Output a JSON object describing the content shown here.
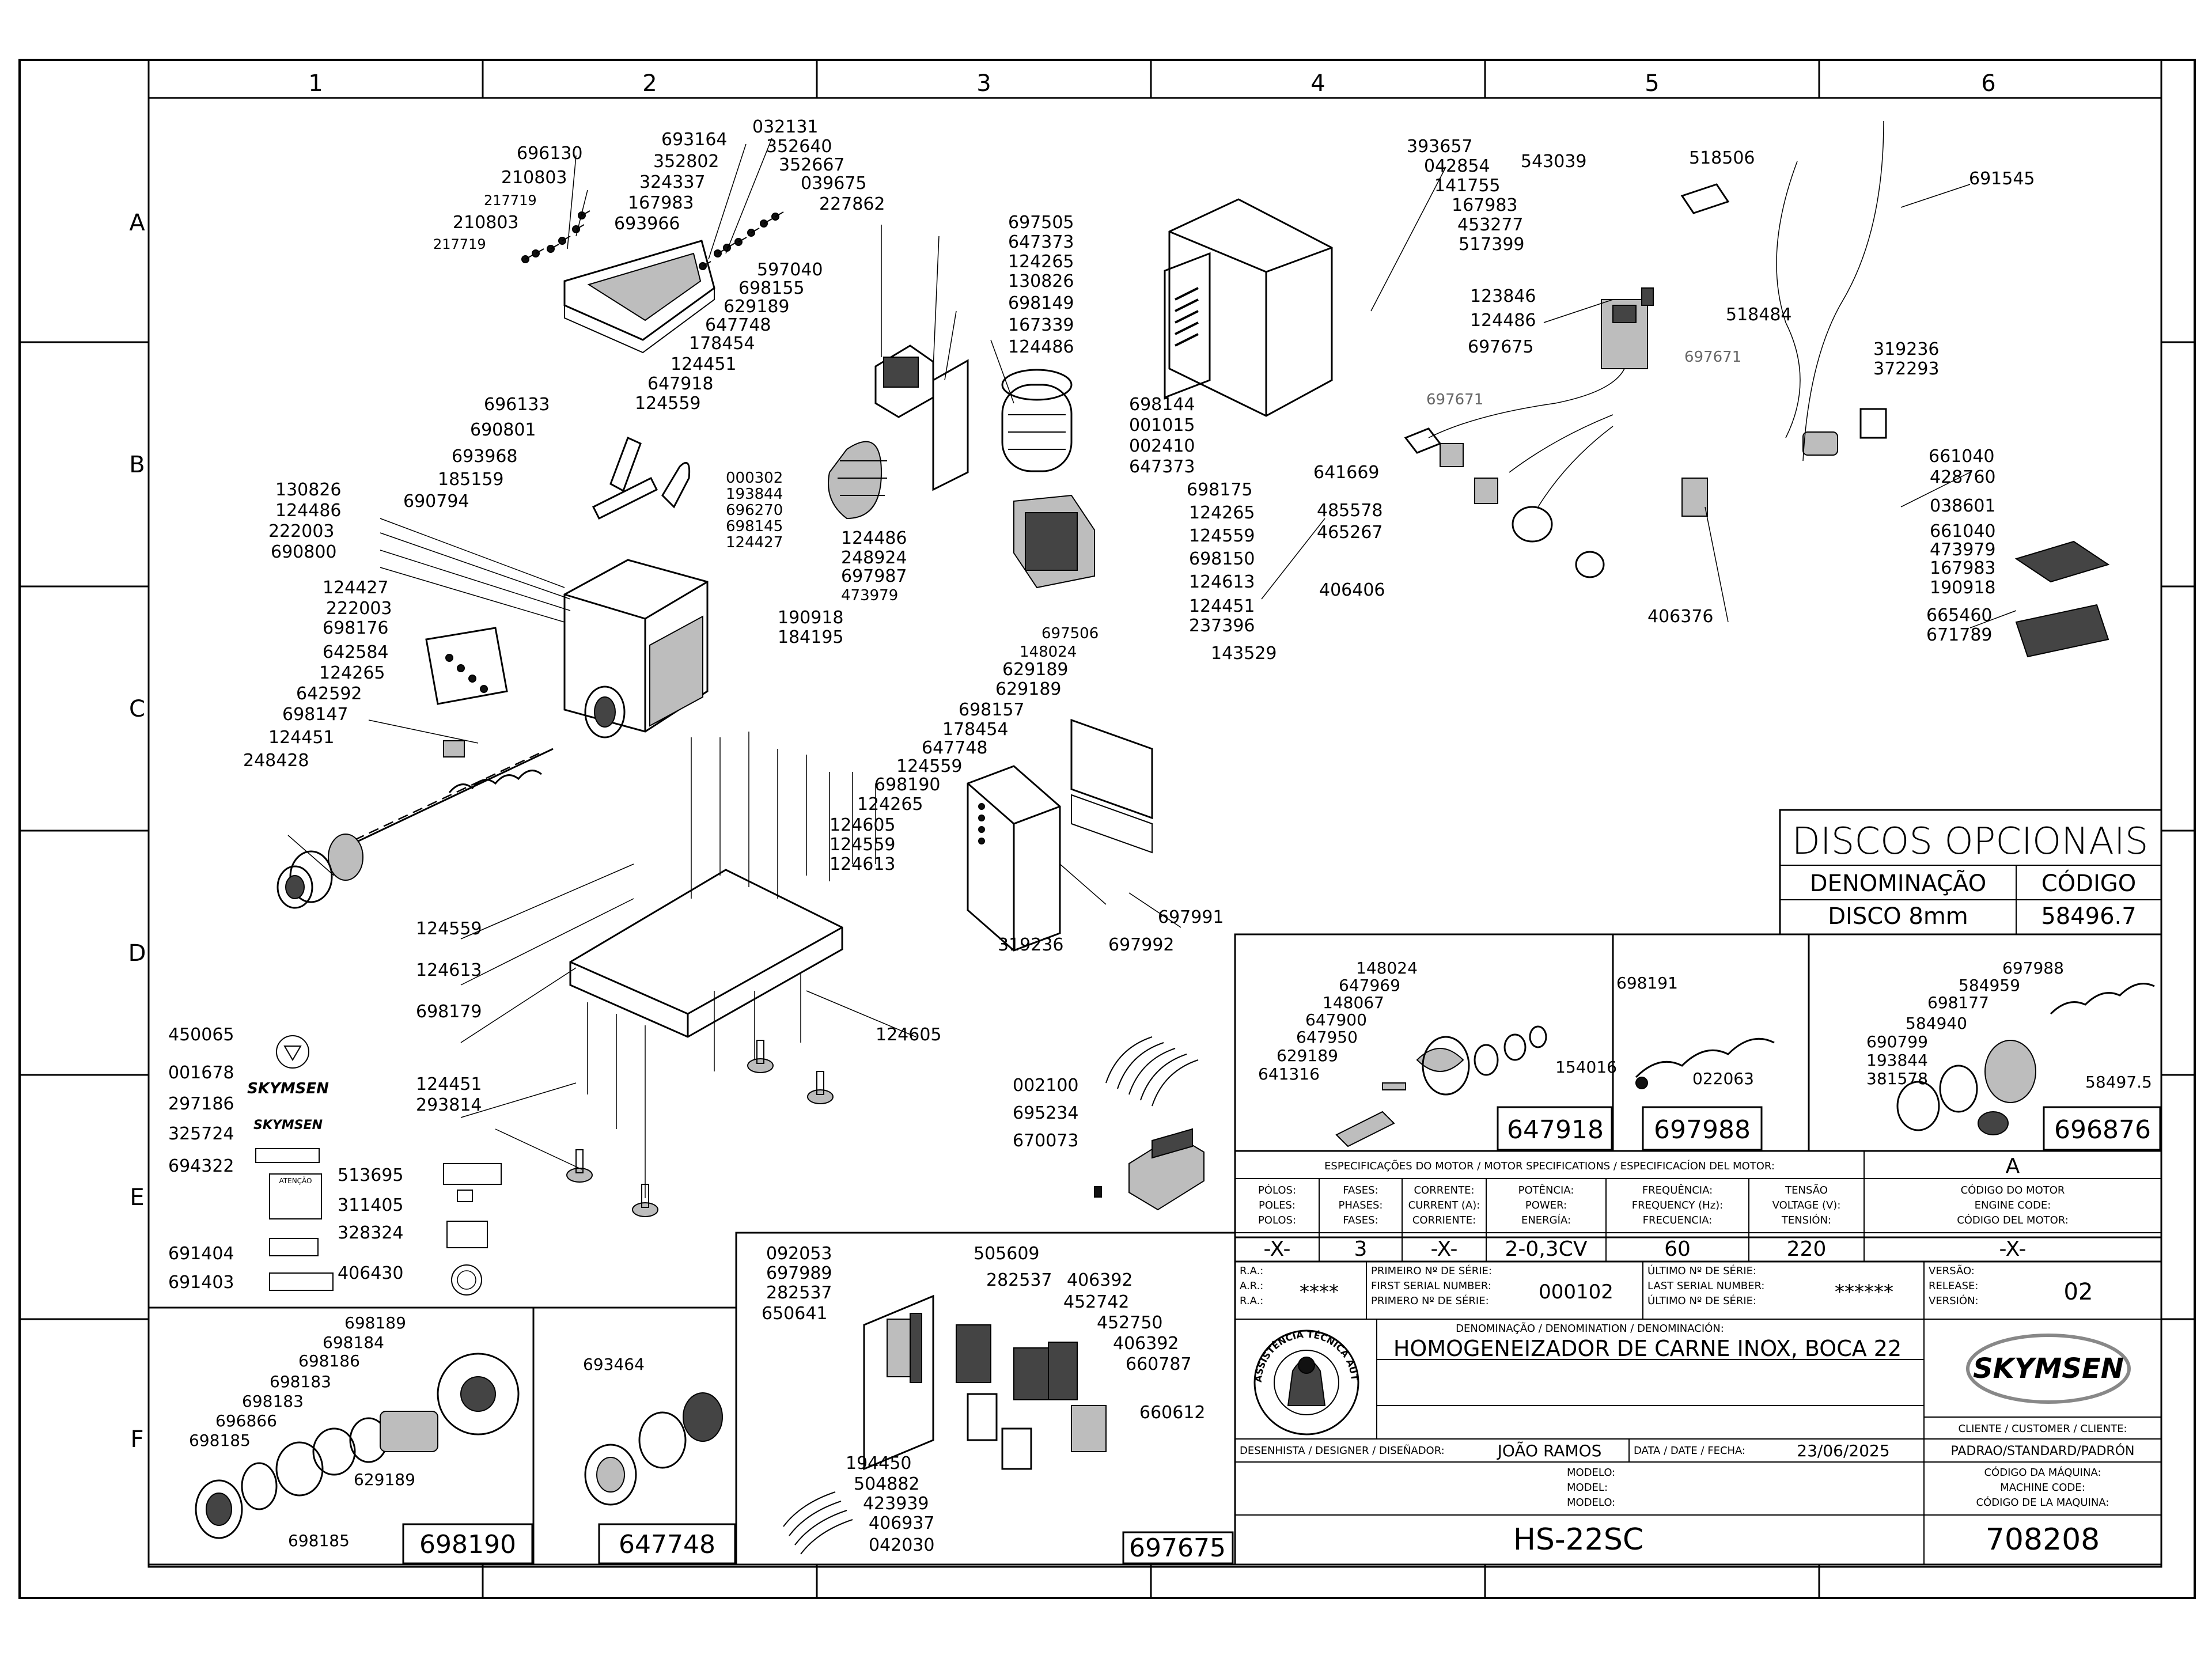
{
  "grid": {
    "columns": [
      "1",
      "2",
      "3",
      "4",
      "5",
      "6"
    ],
    "rows": [
      "A",
      "B",
      "C",
      "D",
      "E",
      "F"
    ]
  },
  "callouts": [
    "696130",
    "210803",
    "217719",
    "210803",
    "217719",
    "693164",
    "352802",
    "324337",
    "167983",
    "693966",
    "032131",
    "352640",
    "352667",
    "039675",
    "227862",
    "696133",
    "690801",
    "693968",
    "185159",
    "690794",
    "130826",
    "124486",
    "222003",
    "690800",
    "124427",
    "222003",
    "698176",
    "642584",
    "124265",
    "642592",
    "698147",
    "124451",
    "248428",
    "597040",
    "698155",
    "629189",
    "647748",
    "178454",
    "124451",
    "647918",
    "124559",
    "697505",
    "647373",
    "124265",
    "130826",
    "698149",
    "167339",
    "124486",
    "000302",
    "193844",
    "696270",
    "698145",
    "124427",
    "124486",
    "248924",
    "697987",
    "473979",
    "190918",
    "184195",
    "698144",
    "001015",
    "002410",
    "647373",
    "698175",
    "124265",
    "124559",
    "698150",
    "124613",
    "124451",
    "237396",
    "143529",
    "697506",
    "148024",
    "629189",
    "629189",
    "698157",
    "178454",
    "647748",
    "124559",
    "698190",
    "124265",
    "124605",
    "124559",
    "124613",
    "124559",
    "124613",
    "698179",
    "124451",
    "293814",
    "124605",
    "319236",
    "697992",
    "697991",
    "393657",
    "042854",
    "141755",
    "167983",
    "453277",
    "517399",
    "543039",
    "518506",
    "691545",
    "123846",
    "124486",
    "697675",
    "697671",
    "697671",
    "518484",
    "319236",
    "372293",
    "641669",
    "485578",
    "465267",
    "406406",
    "406376",
    "661040",
    "428760",
    "038601",
    "661040",
    "473979",
    "167983",
    "190918",
    "665460",
    "671789",
    "450065",
    "001678",
    "297186",
    "325724",
    "694322",
    "513695",
    "311405",
    "328324",
    "691404",
    "406430",
    "691403",
    "002100",
    "695234",
    "670073",
    "148024",
    "647969",
    "148067",
    "647900",
    "647950",
    "629189",
    "641316",
    "154016",
    "698191",
    "022063",
    "697988",
    "584959",
    "698177",
    "584940",
    "690799",
    "193844",
    "381578",
    "58497.5",
    "698189",
    "698184",
    "698186",
    "698183",
    "698183",
    "696866",
    "698185",
    "629189",
    "698185",
    "693464",
    "092053",
    "697989",
    "282537",
    "650641",
    "505609",
    "282537",
    "406392",
    "452742",
    "452750",
    "406392",
    "660787",
    "660612",
    "194450",
    "504882",
    "423939",
    "406937",
    "042030"
  ],
  "discos": {
    "title": "DISCOS OPCIONAIS",
    "col1": "DENOMINAÇÃO",
    "col2": "CÓDIGO",
    "name": "DISCO 8mm",
    "code": "58496.7"
  },
  "subassemblies": {
    "a": "647918",
    "b": "697988",
    "c": "696876",
    "d": "698190",
    "e": "647748",
    "f": "697675"
  },
  "motor": {
    "title": "ESPECIFICAÇÕES DO MOTOR / MOTOR SPECIFICATIONS / ESPECIFICACÍON DEL MOTOR:",
    "version_letter": "A",
    "headers": [
      [
        "PÓLOS:",
        "POLES:",
        "POLOS:"
      ],
      [
        "FASES:",
        "PHASES:",
        "FASES:"
      ],
      [
        "CORRENTE:",
        "CURRENT (A):",
        "CORRIENTE:"
      ],
      [
        "POTÊNCIA:",
        "POWER:",
        "ENERGÍA:"
      ],
      [
        "FREQUÊNCIA:",
        "FREQUENCY (Hz):",
        "FRECUENCIA:"
      ],
      [
        "TENSÃO",
        "VOLTAGE (V):",
        "TENSIÓN:"
      ],
      [
        "CÓDIGO DO MOTOR",
        "ENGINE CODE:",
        "CÓDIGO DEL MOTOR:"
      ]
    ],
    "values": [
      "-X-",
      "3",
      "-X-",
      "2-0,3CV",
      "60",
      "220",
      "-X-"
    ]
  },
  "title_block": {
    "ra_labels": [
      "R.A.:",
      "A.R.:",
      "R.A.:"
    ],
    "ra_value": "****",
    "first_serial_labels": [
      "PRIMEIRO Nº DE SÉRIE:",
      "FIRST SERIAL NUMBER:",
      "PRIMERO Nº DE SÉRIE:"
    ],
    "first_serial": "000102",
    "last_serial_labels": [
      "ÚLTIMO Nº DE SÉRIE:",
      "LAST SERIAL NUMBER:",
      "ÚLTIMO Nº DE SÉRIE:"
    ],
    "last_serial": "******",
    "version_labels": [
      "VERSÃO:",
      "RELEASE:",
      "VERSIÓN:"
    ],
    "version": "02",
    "denomination_label": "DENOMINAÇÃO / DENOMINATION / DENOMINACIÓN:",
    "denomination": "HOMOGENEIZADOR DE CARNE INOX, BOCA 22",
    "brand": "SKYMSEN",
    "customer_label": "CLIENTE / CUSTOMER / CLIENTE:",
    "customer": "PADRAO/STANDARD/PADRÓN",
    "designer_label": "DESENHISTA / DESIGNER / DISEÑADOR:",
    "designer": "JOÃO RAMOS",
    "date_label": "DATA / DATE / FECHA:",
    "date": "23/06/2025",
    "model_labels": [
      "MODELO:",
      "MODEL:",
      "MODELO:"
    ],
    "model": "HS-22SC",
    "machine_code_labels": [
      "CÓDIGO DA MÁQUINA:",
      "MACHINE CODE:",
      "CÓDIGO DE LA MAQUINA:"
    ],
    "machine_code": "708208",
    "seal": "ASSISTÊNCIA TÉCNICA AUTORIZADA"
  },
  "labels_area": {
    "skymsen_logo": "SKYMSEN",
    "atencao": "ATENÇÃO"
  }
}
